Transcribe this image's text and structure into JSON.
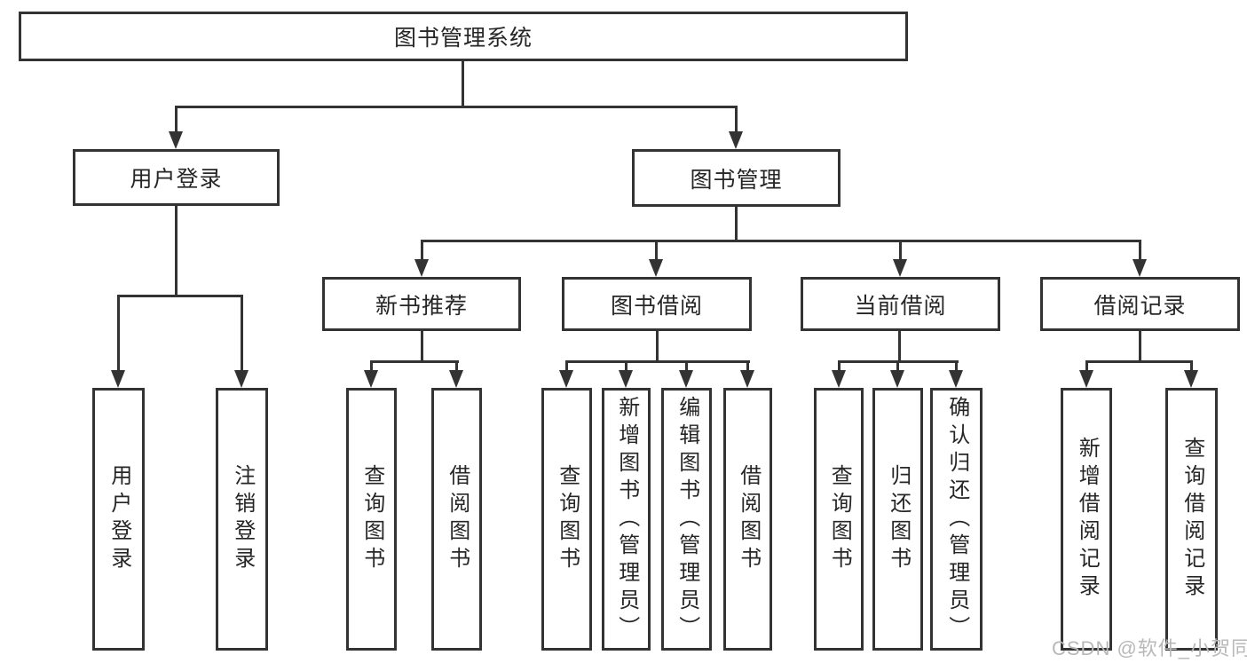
{
  "tree": {
    "root": "图书管理系统",
    "level2": [
      "用户登录",
      "图书管理"
    ],
    "level3": [
      "新书推荐",
      "图书借阅",
      "当前借阅",
      "借阅记录"
    ],
    "leaves": {
      "user_login": [
        "用户登录",
        "注销登录"
      ],
      "new_book": [
        "查询图书",
        "借阅图书"
      ],
      "book_borrow": [
        "查询图书",
        "新增图书（管理员）",
        "编辑图书（管理员）",
        "借阅图书"
      ],
      "current_borrow": [
        "查询图书",
        "归还图书",
        "确认归还（管理员）"
      ],
      "borrow_record": [
        "新增借阅记录",
        "查询借阅记录"
      ]
    }
  },
  "watermark": "CSDN @软件_小贺同学",
  "colors": {
    "line": "#333333",
    "text": "#262626",
    "watermark": "#b8b8b8",
    "background": "#ffffff"
  }
}
